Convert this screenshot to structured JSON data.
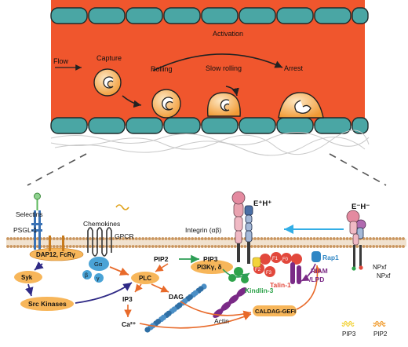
{
  "vessel": {
    "flow": "Flow",
    "capture": "Capture",
    "rolling": "Rolling",
    "slow_rolling": "Slow rolling",
    "activation": "Activation",
    "arrest": "Arrest"
  },
  "labels": {
    "selectins": "Selectins",
    "psgl1": "PSGL-1",
    "chemokines": "Chemokines",
    "gpcr": "GPCR",
    "galpha": "Gα",
    "beta": "β",
    "gamma": "γ",
    "dap12": "DAP12, FcRγ",
    "syk": "Syk",
    "src": "Src Kinases",
    "plc": "PLC",
    "pip2": "PIP2",
    "pip3": "PIP3",
    "pi3k": "PI3Kγ, δ",
    "ip3": "IP3",
    "dag": "DAG",
    "ca": "Ca²⁺",
    "integrin": "Integrin (αβ)",
    "eh_active": "E⁺H⁺",
    "eh_inactive": "E⁻H⁻",
    "talin": "Talin-1",
    "kindlin": "Kindlin-3",
    "riam": "RIAM",
    "lpd": "/LPD",
    "rap1": "Rap1",
    "npxf1": "NPxf",
    "npxf2": "NPxf",
    "actin": "Actin",
    "caldag": "CALDAG-GEFI",
    "f1": "F1",
    "f0": "F0",
    "f2": "F2",
    "f3": "F3",
    "legend_pip3": "PIP3",
    "legend_pip2": "PIP2"
  },
  "colors": {
    "vessel_red": "#f0562d",
    "endothelial_teal": "#4aa6a4",
    "cell_orange": "#f6a23a",
    "membrane_tan": "#d4a373",
    "dap_orange": "#f7b65a",
    "blue_receptor": "#3a72b5",
    "galpha_blue": "#4aa3d6",
    "pi3k_green": "#2d9e55",
    "talin_red": "#e2483c",
    "kindlin_green": "#2ea34b",
    "riam_purple": "#7a2a86",
    "rap1_blue": "#2f86c4",
    "pip_yellow": "#f2d33a",
    "pip_orange": "#f09a2a",
    "arrow_navy": "#2f2a86",
    "arrow_orange": "#e86a2a",
    "arrow_cyan": "#33aee6"
  }
}
